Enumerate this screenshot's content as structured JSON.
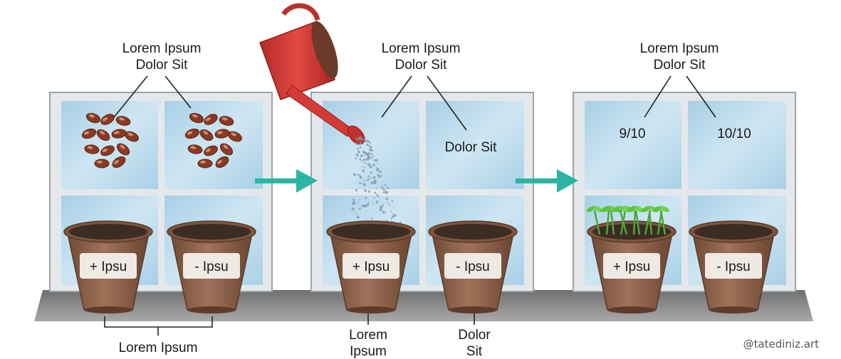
{
  "panels": [
    {
      "id": "seeds",
      "callout": {
        "line1": "Lorem Ipsum",
        "line2": "Dolor Sit"
      },
      "pots": [
        {
          "label": "+ Ipsu"
        },
        {
          "label": "- Ipsu"
        }
      ]
    },
    {
      "id": "watering",
      "callout": {
        "line1": "Lorem Ipsum",
        "line2": "Dolor Sit"
      },
      "pane_text": "Dolor Sit",
      "pots": [
        {
          "label": "+ Ipsu"
        },
        {
          "label": "- Ipsu"
        }
      ]
    },
    {
      "id": "results",
      "callout": {
        "line1": "Lorem Ipsum",
        "line2": "Dolor Sit"
      },
      "scores": [
        "9/10",
        "10/10"
      ],
      "pots": [
        {
          "label": "+ Ipsu"
        },
        {
          "label": "- Ipsu"
        }
      ]
    }
  ],
  "bottom_labels": {
    "group_bracket": "Lorem Ipsum",
    "pot_left": {
      "line1": "Lorem",
      "line2": "Ipsum"
    },
    "pot_right": {
      "line1": "Dolor",
      "line2": "Sit"
    }
  },
  "credit": "@tatediniz.art",
  "colors": {
    "arrow": "#2bb5a3",
    "glass": "#bcdcee",
    "frame": "#e4e7ea",
    "pot": "#8e6246",
    "can": "#d63a35",
    "sprout": "#5cc43e",
    "shelf": "#8a8a8a"
  }
}
